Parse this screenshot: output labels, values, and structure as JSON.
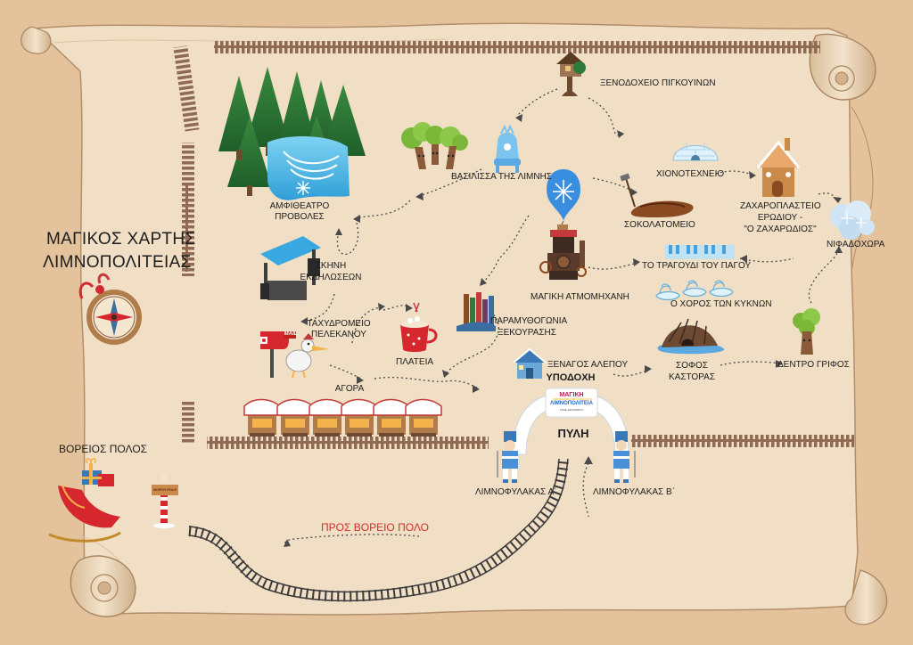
{
  "map": {
    "title_line1": "ΜΑΓΙΚΟΣ ΧΑΡΤΗΣ",
    "title_line2": "ΛΙΜΝΟΠΟΛΙΤΕΙΑΣ",
    "colors": {
      "background": "#e3c29c",
      "parchment": "#f1dfc5",
      "fence": "#8f6a54",
      "rail": "#3a3a3a",
      "accent_red": "#d32c2c",
      "ice_blue": "#3a8ee0"
    }
  },
  "locations": {
    "penguin_hotel": "ΞΕΝΟΔΟΧΕΙΟ ΠΙΓΚΟΥΙΝΩΝ",
    "amphitheatre_line1": "ΑΜΦΙΘΕΑΤΡΟ",
    "amphitheatre_line2": "ΠΡΟΒΟΛΕΣ",
    "lake_queen": "ΒΑΣΙΛΙΣΣΑ ΤΗΣ ΛΙΜΝΗΣ",
    "snow_workshop": "ΧΙΟΝΟΤΕΧΝΕΙΟ",
    "gingerbread_line1": "ΖΑΧΑΡΟΠΛΑΣΤΕΙΟ",
    "gingerbread_line2": "ΕΡΩΔΙΟΥ -",
    "gingerbread_line3": "\"Ο ΖΑΧΑΡΩΔΙΟΣ\"",
    "chocolate": "ΣΟΚΟΛΑΤΟΜΕΙΟ",
    "snowland": "ΝΙΦΑΔΟΧΩΡΑ",
    "stage_line1": "ΣΚΗΝΗ",
    "stage_line2": "ΕΚΔΗΛΩΣΕΩΝ",
    "ice_song": "ΤΟ ΤΡΑΓΟΥΔΙ ΤΟΥ ΠΑΓΟΥ",
    "magic_machine": "ΜΑΓΙΚΗ ΑΤΜΟΜΗΧΑΝΗ",
    "swan_dance": "Ο ΧΟΡΟΣ ΤΩΝ ΚΥΚΝΩΝ",
    "fairytale_line1": "ΠΑΡΑΜΥΘΟΓΩΝΙΑ",
    "fairytale_line2": "ΞΕΚΟΥΡΑΣΗΣ",
    "post_line1": "ΤΑΧΥΔΡΟΜΕΙΟ",
    "post_line2": "ΠΕΛΕΚΑΝΟΥ",
    "square": "ΠΛΑΤΕΙΑ",
    "fox_guide": "ΞΕΝΑΓΟΣ ΑΛΕΠΟΥ",
    "reception": "ΥΠΟΔΟΧΗ",
    "beaver_line1": "ΣΟΦΟΣ",
    "beaver_line2": "ΚΑΣΤΟΡΑΣ",
    "griffin_tree": "ΔΕΝΤΡΟ ΓΡΙΦΟΣ",
    "market": "ΑΓΟΡΑ",
    "gate": "ΠΥΛΗ",
    "north_pole": "ΒΟΡΕΙΟΣ ΠΟΛΟΣ",
    "guard_a": "ΛΙΜΝΟΦΥΛΑΚΑΣ Α΄",
    "guard_b": "ΛΙΜΝΟΦΥΛΑΚΑΣ Β΄",
    "to_north_pole": "ΠΡΟΣ ΒΟΡΕΙΟ ΠΟΛΟ"
  },
  "sign": {
    "north_pole_sign": "NORTH POLE"
  },
  "gate_logo": {
    "line1": "ΜΑΓΙΚΗ",
    "line2": "ΛΙΜΝΟΠΟΛΙΤΕΙΑ",
    "line3": "ΚΑΘΕ ΔΕΚΕΜΒΡΙΟ"
  },
  "post_banner": "Mail",
  "icons": [
    "penguin-hotel-treehouse-icon",
    "pine-forest-icon",
    "amphitheatre-lake-icon",
    "snowflake-icon",
    "tree-characters-icon",
    "lake-queen-throne-icon",
    "snowflake-balloon-icon",
    "igloo-icon",
    "gingerbread-house-icon",
    "snow-cloud-icon",
    "chocolate-dig-icon",
    "stage-truss-icon",
    "ice-piano-icon",
    "steam-machine-icon",
    "swans-icon",
    "books-icon",
    "mailbox-icon",
    "pelican-icon",
    "hot-cocoa-icon",
    "fox-house-icon",
    "beaver-lodge-icon",
    "griffin-tree-icon",
    "market-stall-icon",
    "gate-arch-icon",
    "nutcracker-guard-icon",
    "compass-icon",
    "santa-sleigh-icon",
    "north-pole-sign-icon",
    "railway-track-icon",
    "fence-icon",
    "path-arrow-icon"
  ]
}
